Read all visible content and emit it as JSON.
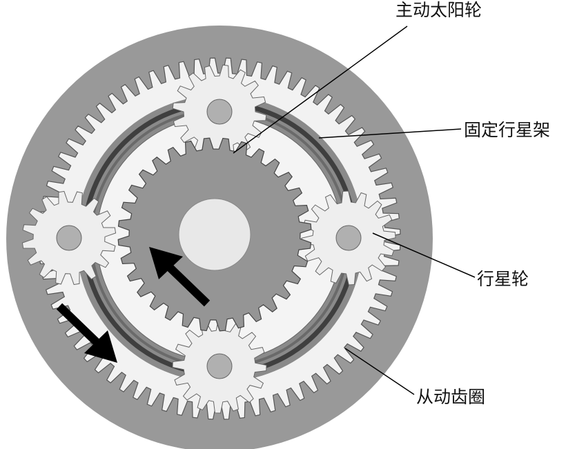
{
  "labels": {
    "sun_gear": "主动太阳轮",
    "carrier": "固定行星架",
    "planet_gear": "行星轮",
    "ring_gear": "从动齿圈"
  },
  "colors": {
    "outer_disc": "#999999",
    "ring_teeth": "#f2f2f2",
    "carrier_band": "#7a7a7a",
    "carrier_ring": "#444444",
    "sun_gear": "#959595",
    "hub": "#e8e8e8",
    "planet": "#eeeeee",
    "arrow": "#000000",
    "leader": "#000000"
  }
}
